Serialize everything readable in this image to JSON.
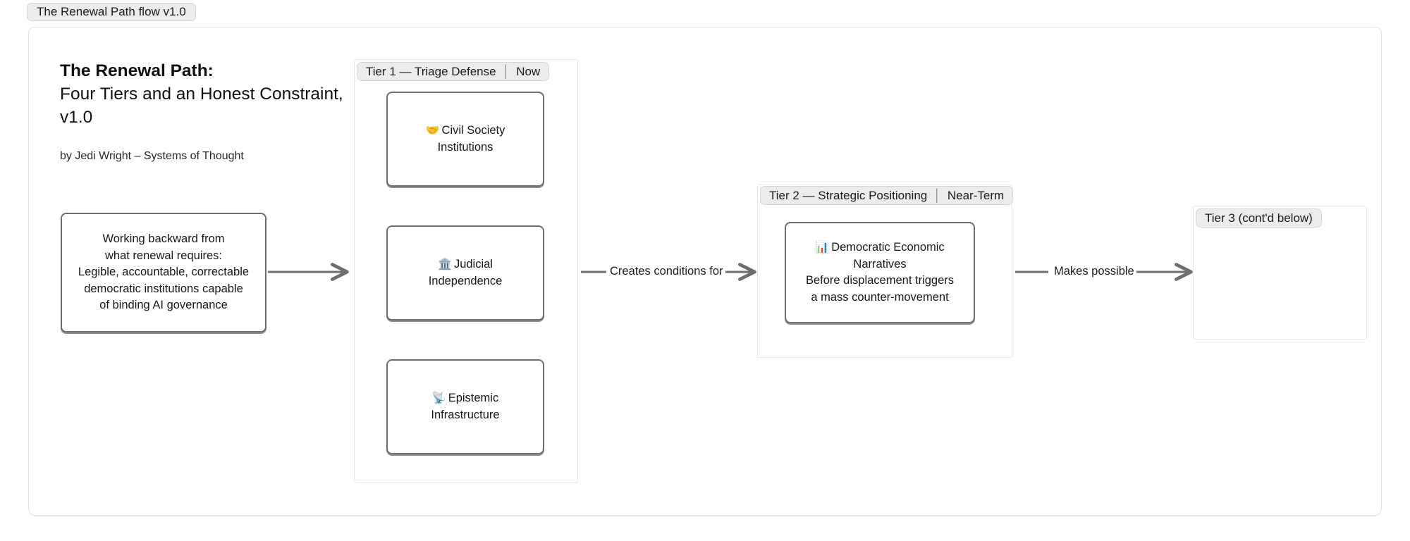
{
  "tab": {
    "label": "The Renewal Path flow v1.0"
  },
  "title": {
    "line1": "The Renewal Path:",
    "line2": "Four Tiers and an Honest Constraint,",
    "line3": "v1.0",
    "byline": "by Jedi Wright – Systems of Thought"
  },
  "start_node": {
    "lines": [
      "Working backward from",
      "what renewal requires:",
      "Legible, accountable, correctable",
      "democratic institutions capable",
      "of binding AI governance"
    ]
  },
  "tiers": [
    {
      "id": "tier-1",
      "label_main": "Tier 1 — Triage Defense",
      "label_sep": "│",
      "label_time": "Now",
      "nodes": [
        {
          "id": "civil-society-institutions",
          "icon": "🤝",
          "icon_name": "handshake-icon",
          "lines": [
            "Civil Society",
            "Institutions"
          ]
        },
        {
          "id": "judicial-independence",
          "icon": "🏛️",
          "icon_name": "classical-building-icon",
          "lines": [
            "Judicial",
            "Independence"
          ]
        },
        {
          "id": "epistemic-infrastructure",
          "icon": "📡",
          "icon_name": "satellite-antenna-icon",
          "lines": [
            "Epistemic",
            "Infrastructure"
          ]
        }
      ]
    },
    {
      "id": "tier-2",
      "label_main": "Tier 2 — Strategic Positioning",
      "label_sep": "│",
      "label_time": "Near-Term",
      "nodes": [
        {
          "id": "democratic-economic-narratives",
          "icon": "📊",
          "icon_name": "bar-chart-icon",
          "lines": [
            "Democratic Economic",
            "Narratives",
            "Before displacement triggers",
            "a mass counter-movement"
          ]
        }
      ]
    },
    {
      "id": "tier-3",
      "label_main": "Tier 3 (cont'd below)",
      "label_sep": "",
      "label_time": "",
      "nodes": []
    }
  ],
  "edges": [
    {
      "id": "start-to-tier1",
      "label": ""
    },
    {
      "id": "tier1-to-tier2",
      "label": "Creates conditions for"
    },
    {
      "id": "tier2-to-tier3",
      "label": "Makes possible"
    }
  ],
  "colors": {
    "node_border": "#6e6e6e",
    "group_border": "#e8e8e8",
    "label_chip": "#ececec",
    "edge_stroke": "#6e6e6e",
    "frame_border": "#e3e3e3"
  }
}
